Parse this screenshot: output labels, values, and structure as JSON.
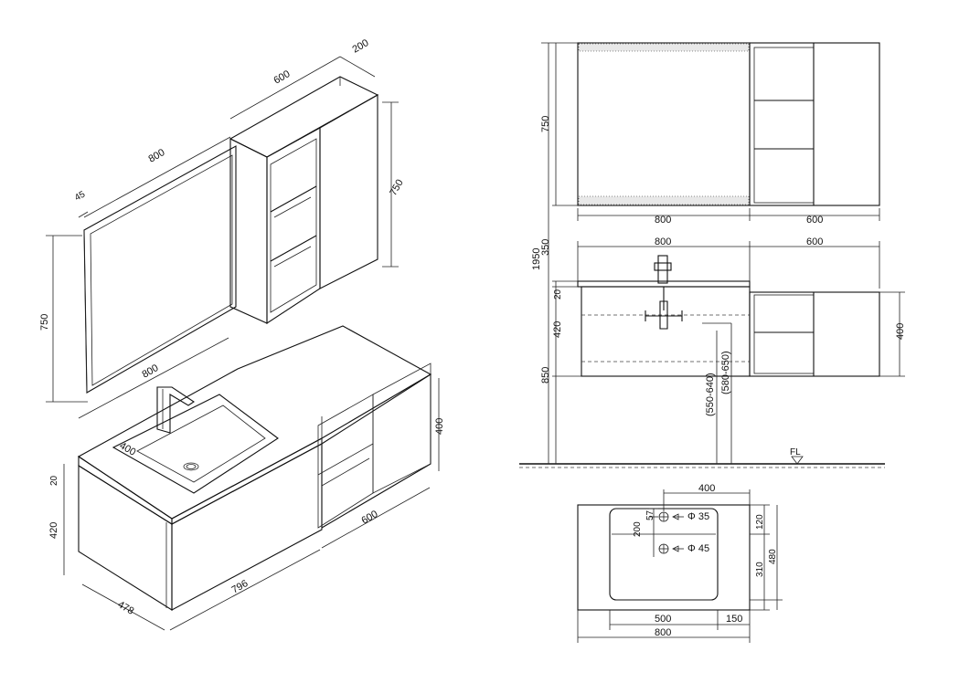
{
  "isometric": {
    "mirror_cabinet": {
      "width": "800",
      "cabinet_width": "600",
      "depth": "200",
      "height": "750",
      "mirror_height": "750",
      "mirror_depth": "45"
    },
    "vanity": {
      "top_width": "800",
      "basin_depth": "400",
      "top_thickness": "20",
      "drawer_height": "420",
      "cabinet_depth": "478",
      "cabinet_width": "796",
      "side_width": "600",
      "side_height": "400"
    }
  },
  "front_view": {
    "mirror_width": "800",
    "cabinet_width": "600",
    "mirror_height": "750",
    "total_height": "1950",
    "gap": "350",
    "vanity_width": "800",
    "side_width": "600",
    "top_thickness": "20",
    "drawer_height": "420",
    "vanity_height": "850",
    "side_height": "400",
    "drain_height_1": "(550-640)",
    "drain_height_2": "(580-650)",
    "floor_label": "FL"
  },
  "top_view": {
    "width_top": "400",
    "offset_57": "57",
    "offset_200": "200",
    "hole_tap": "Φ 35",
    "hole_drain": "Φ 45",
    "depth_120": "120",
    "depth_310": "310",
    "depth_480": "480",
    "basin_width": "500",
    "side_150": "150",
    "total_width": "800"
  }
}
